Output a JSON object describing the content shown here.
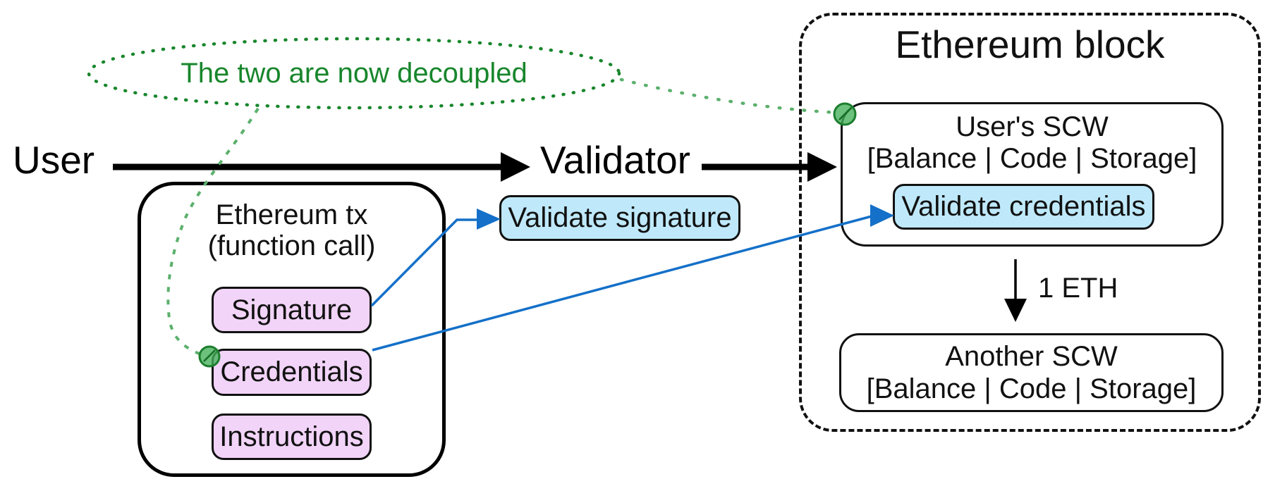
{
  "colors": {
    "green": "#18862c",
    "green_light": "#5bb06c",
    "blue_line": "#1470c8",
    "blue_fill": "#bfe9fb",
    "pink_fill": "#f2d4f8",
    "ink": "#111111"
  },
  "note": {
    "label": "The two are now decoupled"
  },
  "flow": {
    "user_label": "User",
    "validator_label": "Validator"
  },
  "ethereum_block": {
    "title": "Ethereum block"
  },
  "tx_box": {
    "title_line1": "Ethereum tx",
    "title_line2": "(function call)",
    "fields": [
      "Signature",
      "Credentials",
      "Instructions"
    ]
  },
  "validator_action": {
    "label": "Validate signature"
  },
  "users_scw": {
    "title": "User's SCW",
    "subtitle": "[Balance | Code | Storage]",
    "action_label": "Validate credentials"
  },
  "transfer": {
    "label": "1 ETH"
  },
  "another_scw": {
    "title": "Another SCW",
    "subtitle": "[Balance | Code | Storage]"
  }
}
